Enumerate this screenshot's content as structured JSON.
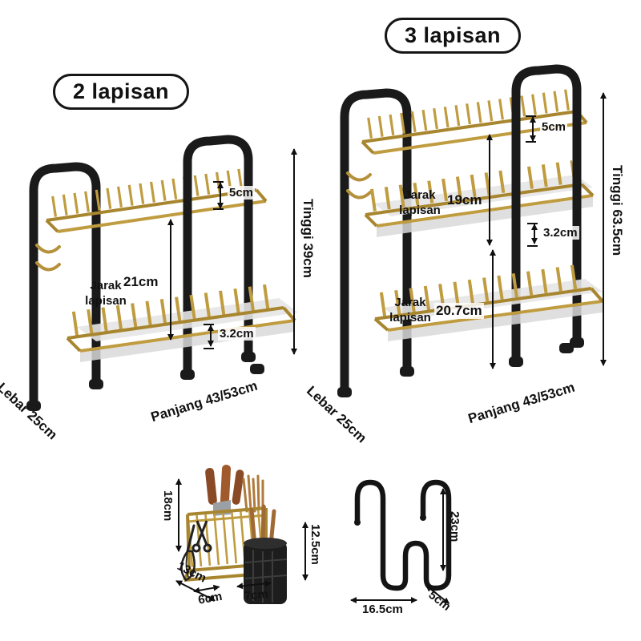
{
  "rack2": {
    "badge": "2 lapisan",
    "top_gap": "5cm",
    "jarak_label": "Jarak lapisan",
    "jarak_value": "21cm",
    "tray_height": "3.2cm",
    "tinggi": "Tinggi 39cm",
    "lebar": "Lebar 25cm",
    "panjang": "Panjang 43/53cm"
  },
  "rack3": {
    "badge": "3 lapisan",
    "top_gap": "5cm",
    "jarak1_label": "Jarak lapisan",
    "jarak1_value": "19cm",
    "tray_height": "3.2cm",
    "jarak2_label": "Jarak lapisan",
    "jarak2_value": "20.7cm",
    "tinggi": "Tinggi 63.5cm",
    "lebar": "Lebar 25cm",
    "panjang": "Panjang 43/53cm"
  },
  "utensil_holder": {
    "height_back": "18cm",
    "height_front": "12.5cm",
    "length": "13cm",
    "width": "6cm",
    "cup_width": "7cm"
  },
  "door_hook": {
    "height": "23cm",
    "width": "16.5cm",
    "depth": "5cm"
  },
  "colors": {
    "frame_black": "#1a1a1a",
    "gold": "#c09c40",
    "gold_dark": "#a8862f",
    "dimension_line": "#101010"
  }
}
